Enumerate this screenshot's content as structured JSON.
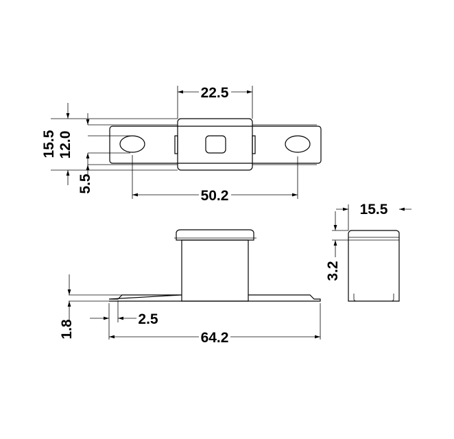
{
  "drawing": {
    "views": [
      "top-view",
      "side-view",
      "end-view"
    ],
    "dimensions": {
      "body_width": "22.5",
      "overall_height": "15.5",
      "plate_height": "12.0",
      "hole_size": "5.5",
      "hole_spacing": "50.2",
      "plate_thickness": "1.8",
      "end_offset": "2.5",
      "overall_length": "64.2",
      "end_width": "15.5",
      "cap_height": "3.2"
    },
    "line_color": "#000000",
    "background": "#ffffff"
  }
}
